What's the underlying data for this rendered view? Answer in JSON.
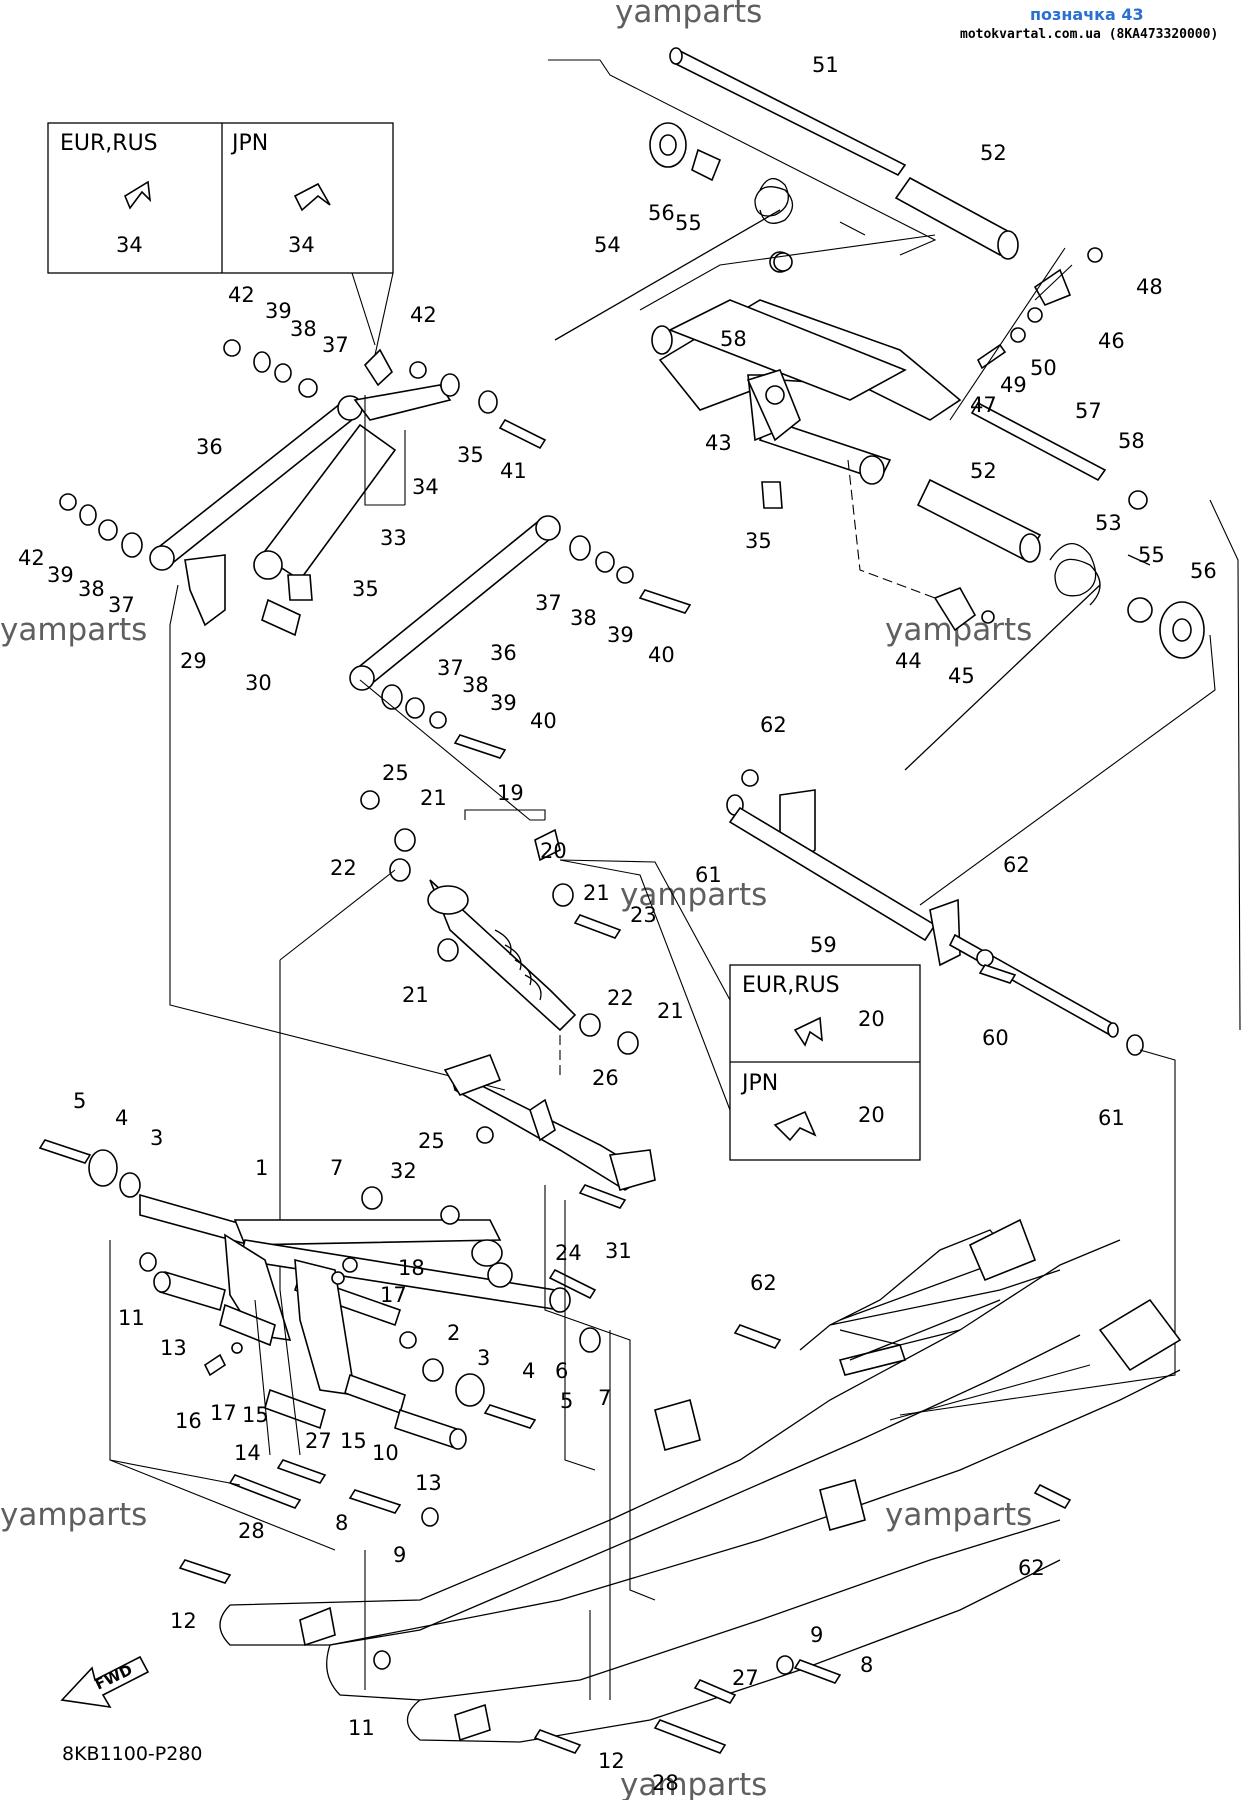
{
  "header": {
    "label": "позначка 43",
    "source": "motokvartal.com.ua (8KA473320000)"
  },
  "watermark": "yamparts",
  "diagram_code": "8KB1100-P280",
  "fwd_label": "FWD",
  "inset_boxes": {
    "top": {
      "left_title": "EUR,RUS",
      "right_title": "JPN",
      "left_part": "34",
      "right_part": "34"
    },
    "mid": {
      "top_title": "EUR,RUS",
      "bottom_title": "JPN",
      "top_part": "20",
      "bottom_part": "20"
    }
  },
  "part_labels": [
    {
      "n": "51"
    },
    {
      "n": "52"
    },
    {
      "n": "56"
    },
    {
      "n": "55"
    },
    {
      "n": "54"
    },
    {
      "n": "48"
    },
    {
      "n": "46"
    },
    {
      "n": "58"
    },
    {
      "n": "50"
    },
    {
      "n": "49"
    },
    {
      "n": "47"
    },
    {
      "n": "43"
    },
    {
      "n": "57"
    },
    {
      "n": "58"
    },
    {
      "n": "35"
    },
    {
      "n": "52"
    },
    {
      "n": "53"
    },
    {
      "n": "55"
    },
    {
      "n": "56"
    },
    {
      "n": "44"
    },
    {
      "n": "45"
    },
    {
      "n": "42"
    },
    {
      "n": "39"
    },
    {
      "n": "38"
    },
    {
      "n": "37"
    },
    {
      "n": "42"
    },
    {
      "n": "36"
    },
    {
      "n": "35"
    },
    {
      "n": "41"
    },
    {
      "n": "34"
    },
    {
      "n": "33"
    },
    {
      "n": "42"
    },
    {
      "n": "39"
    },
    {
      "n": "38"
    },
    {
      "n": "37"
    },
    {
      "n": "35"
    },
    {
      "n": "29"
    },
    {
      "n": "30"
    },
    {
      "n": "37"
    },
    {
      "n": "38"
    },
    {
      "n": "39"
    },
    {
      "n": "40"
    },
    {
      "n": "36"
    },
    {
      "n": "37"
    },
    {
      "n": "38"
    },
    {
      "n": "39"
    },
    {
      "n": "40"
    },
    {
      "n": "62"
    },
    {
      "n": "61"
    },
    {
      "n": "62"
    },
    {
      "n": "59"
    },
    {
      "n": "60"
    },
    {
      "n": "61"
    },
    {
      "n": "25"
    },
    {
      "n": "21"
    },
    {
      "n": "19"
    },
    {
      "n": "22"
    },
    {
      "n": "20"
    },
    {
      "n": "21"
    },
    {
      "n": "23"
    },
    {
      "n": "21"
    },
    {
      "n": "22"
    },
    {
      "n": "21"
    },
    {
      "n": "26"
    },
    {
      "n": "25"
    },
    {
      "n": "5"
    },
    {
      "n": "4"
    },
    {
      "n": "3"
    },
    {
      "n": "1"
    },
    {
      "n": "7"
    },
    {
      "n": "32"
    },
    {
      "n": "24"
    },
    {
      "n": "31"
    },
    {
      "n": "18"
    },
    {
      "n": "17"
    },
    {
      "n": "11"
    },
    {
      "n": "13"
    },
    {
      "n": "2"
    },
    {
      "n": "3"
    },
    {
      "n": "4"
    },
    {
      "n": "6"
    },
    {
      "n": "7"
    },
    {
      "n": "5"
    },
    {
      "n": "16"
    },
    {
      "n": "17"
    },
    {
      "n": "15"
    },
    {
      "n": "15"
    },
    {
      "n": "14"
    },
    {
      "n": "27"
    },
    {
      "n": "10"
    },
    {
      "n": "13"
    },
    {
      "n": "28"
    },
    {
      "n": "8"
    },
    {
      "n": "9"
    },
    {
      "n": "12"
    },
    {
      "n": "62"
    },
    {
      "n": "62"
    },
    {
      "n": "11"
    },
    {
      "n": "9"
    },
    {
      "n": "8"
    },
    {
      "n": "27"
    },
    {
      "n": "12"
    },
    {
      "n": "28"
    }
  ]
}
